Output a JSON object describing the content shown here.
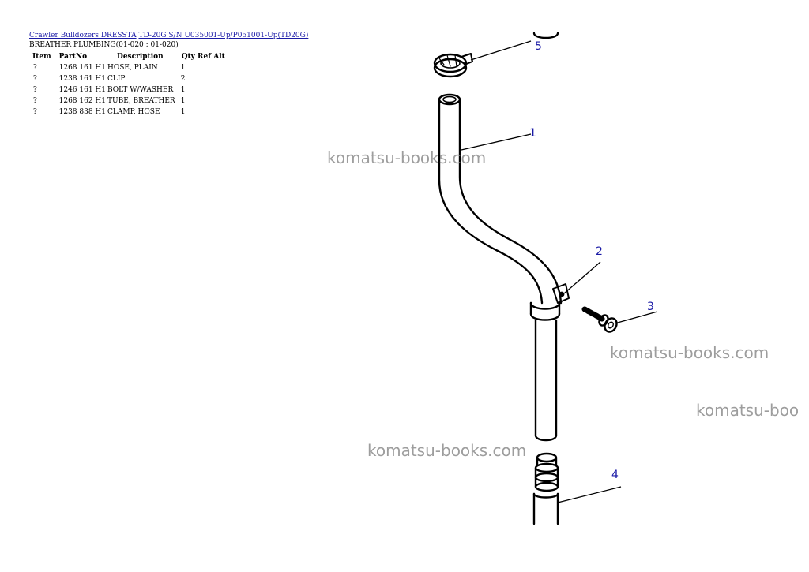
{
  "breadcrumb": {
    "link1": "Crawler Bulldozers DRESSTA",
    "link2": "TD-20G S/N U035001-Up/P051001-Up(TD20G)"
  },
  "subtitle": "BREATHER PLUMBING(01-020 : 01-020)",
  "table": {
    "headers": [
      "Item",
      "PartNo",
      "Description",
      "Qty Ref Alt"
    ],
    "rows": [
      {
        "item": "?",
        "part_no": "1268 161 H1",
        "description": "HOSE, PLAIN",
        "qty": "1"
      },
      {
        "item": "?",
        "part_no": "1238 161 H1",
        "description": "CLIP",
        "qty": "2"
      },
      {
        "item": "?",
        "part_no": "1246 161 H1",
        "description": "BOLT W/WASHER",
        "qty": "1"
      },
      {
        "item": "?",
        "part_no": "1268 162 H1",
        "description": "TUBE, BREATHER",
        "qty": "1"
      },
      {
        "item": "?",
        "part_no": "1238 838 H1",
        "description": "CLAMP, HOSE",
        "qty": "1"
      }
    ]
  },
  "diagram": {
    "callouts": [
      "5",
      "1",
      "2",
      "3",
      "4"
    ]
  },
  "watermarks": [
    "komatsu-books.com",
    "komatsu-books.com",
    "komatsu-boo",
    "komatsu-books.com"
  ]
}
